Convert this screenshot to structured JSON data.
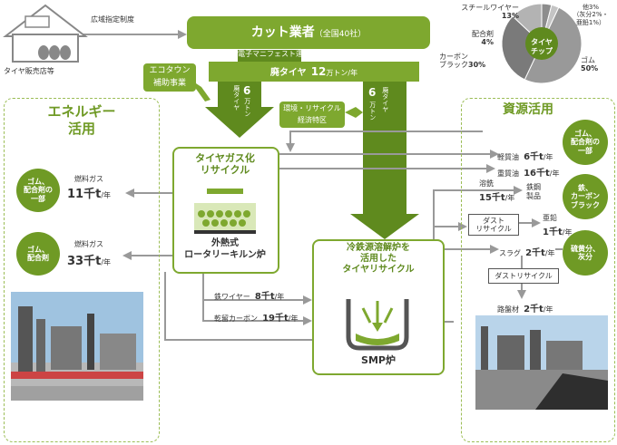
{
  "house": {
    "label": "タイヤ販売店等"
  },
  "wide_area": "広域指定制度",
  "cut": {
    "title": "カット業者",
    "sub": "（全国40社）"
  },
  "manifest": "電子マニフェスト運用",
  "waste_tire": {
    "label": "廃タイヤ",
    "value": "12",
    "unit": "万トン/年"
  },
  "ecotown": {
    "line1": "エコタウン",
    "line2": "補助事業"
  },
  "arrow_left": {
    "label": "廃タイヤ",
    "value": "6",
    "unit": "万トン"
  },
  "arrow_right": {
    "label": "廃タイヤ",
    "value": "6",
    "unit": "万トン"
  },
  "recycle_zone": {
    "line1": "環境・リサイクル",
    "line2": "経済特区"
  },
  "energy": {
    "line1": "エネルギー",
    "line2": "活用"
  },
  "resource": {
    "title": "資源活用"
  },
  "gas_box": {
    "title1": "タイヤガス化",
    "title2": "リサイクル",
    "sub1": "外熱式",
    "sub2": "ロータリーキルン炉"
  },
  "energy_items": [
    {
      "circle1": "ゴム、",
      "circle2": "配合剤の",
      "circle3": "一部",
      "fuel": "燃料ガス",
      "value": "11千t",
      "unit": "/年"
    },
    {
      "circle1": "ゴム、",
      "circle2": "配合剤",
      "circle3": "",
      "fuel": "燃料ガス",
      "value": "33千t",
      "unit": "/年"
    }
  ],
  "outputs_from_gas": [
    {
      "label": "鉄ワイヤー",
      "value": "8千t",
      "unit": "/年"
    },
    {
      "label": "乾留カーボン",
      "value": "19千t",
      "unit": "/年"
    }
  ],
  "smp": {
    "title1": "冷鉄源溶解炉を",
    "title2": "活用した",
    "title3": "タイヤリサイクル",
    "furnace": "SMP炉"
  },
  "resource_items": {
    "light_oil": {
      "label": "軽質油",
      "value": "6千t",
      "unit": "/年"
    },
    "heavy_oil": {
      "label": "重質油",
      "value": "16千t",
      "unit": "/年"
    },
    "molten": {
      "label": "溶銑",
      "value": "15千t",
      "unit": "/年"
    },
    "steel": {
      "line1": "鉄鋼",
      "line2": "製品"
    },
    "dust1": {
      "line1": "ダスト",
      "line2": "リサイクル"
    },
    "zinc": {
      "label": "亜鉛",
      "value": "1千t",
      "unit": "/年"
    },
    "slag": {
      "label": "スラグ",
      "value": "2千t",
      "unit": "/年"
    },
    "dust2": "ダストリサイクル",
    "roadbed": {
      "label": "路盤材",
      "value": "2千t",
      "unit": "/年"
    }
  },
  "resource_circles": [
    {
      "line1": "ゴム、",
      "line2": "配合剤の",
      "line3": "一部"
    },
    {
      "line1": "鉄、",
      "line2": "カーボン",
      "line3": "ブラック"
    },
    {
      "line1": "硫黄分、",
      "line2": "灰分",
      "line3": ""
    }
  ],
  "pie": {
    "center1": "タイヤ",
    "center2": "チップ",
    "labels": {
      "steel_wire": "スチールワイヤー",
      "steel_wire_pct": "13%",
      "compound": "配合剤",
      "compound_pct": "4%",
      "carbon": "カーボン",
      "carbon2": "ブラック",
      "carbon_pct": "30%",
      "rubber": "ゴム",
      "rubber_pct": "50%",
      "other1": "他3%",
      "other2": "（灰分2%・",
      "other3": "亜鉛1%）"
    }
  },
  "chart_data": {
    "type": "pie",
    "categories": [
      "ゴム",
      "カーボンブラック",
      "スチールワイヤー",
      "配合剤",
      "他"
    ],
    "values": [
      50,
      30,
      13,
      4,
      3
    ]
  },
  "colors": {
    "green": "#7ea82f",
    "dark_green": "#5f8a1e",
    "gray": "#8a8a8a"
  }
}
